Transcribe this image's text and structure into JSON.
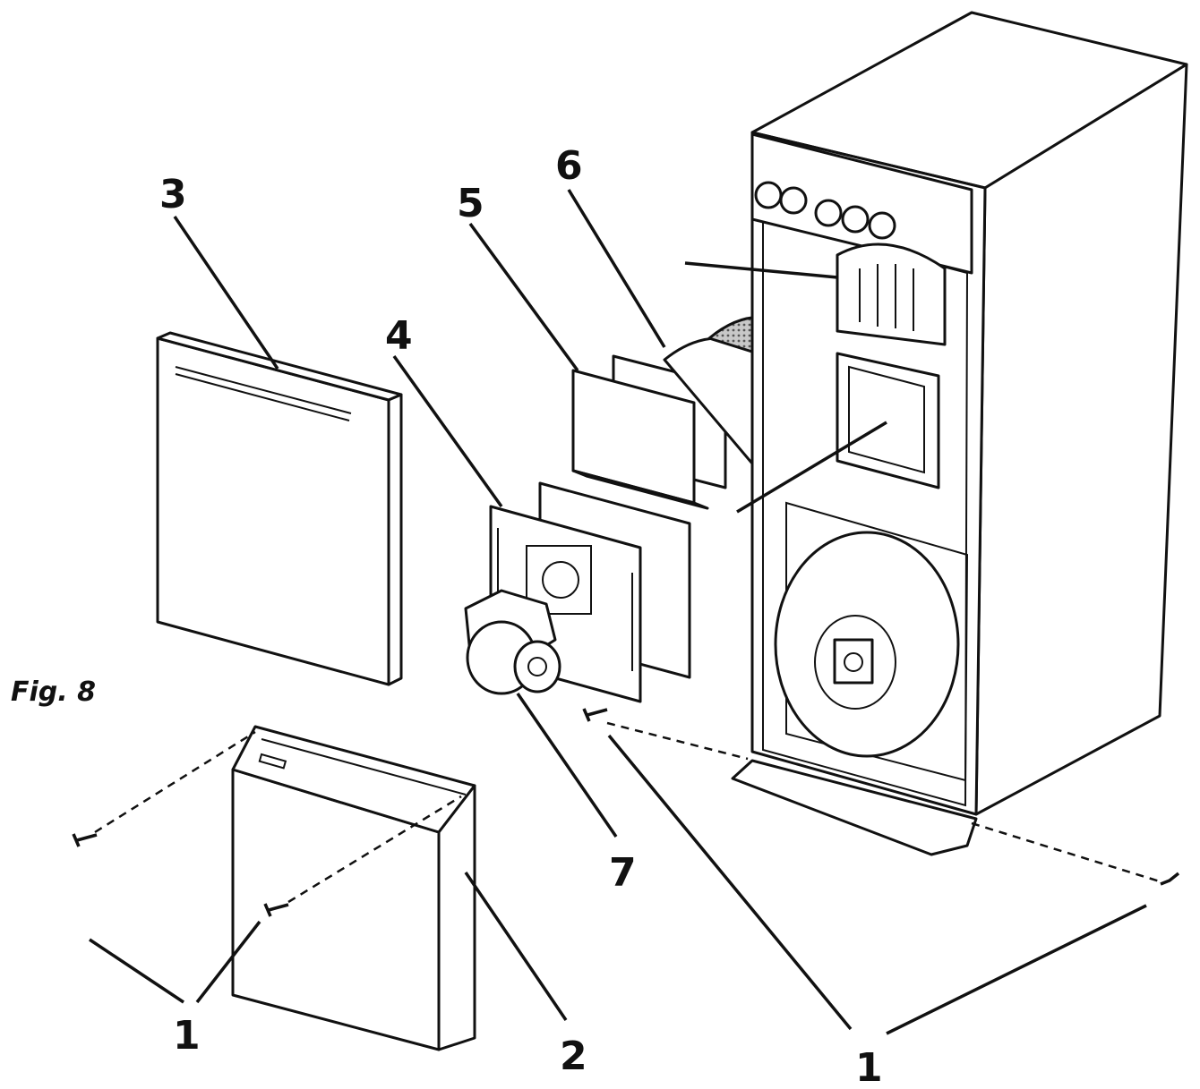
{
  "figure_caption": "Fig. 8",
  "callouts": {
    "screws_left": "1",
    "screws_right": "1",
    "front_lower_panel": "2",
    "front_upper_panel": "3",
    "burner_plate": "4",
    "insulation_panels": "5",
    "combustion_discs": "6",
    "burner": "7"
  },
  "colors": {
    "ink": "#111111",
    "paper": "#ffffff",
    "hatch": "#8a8a8a"
  }
}
